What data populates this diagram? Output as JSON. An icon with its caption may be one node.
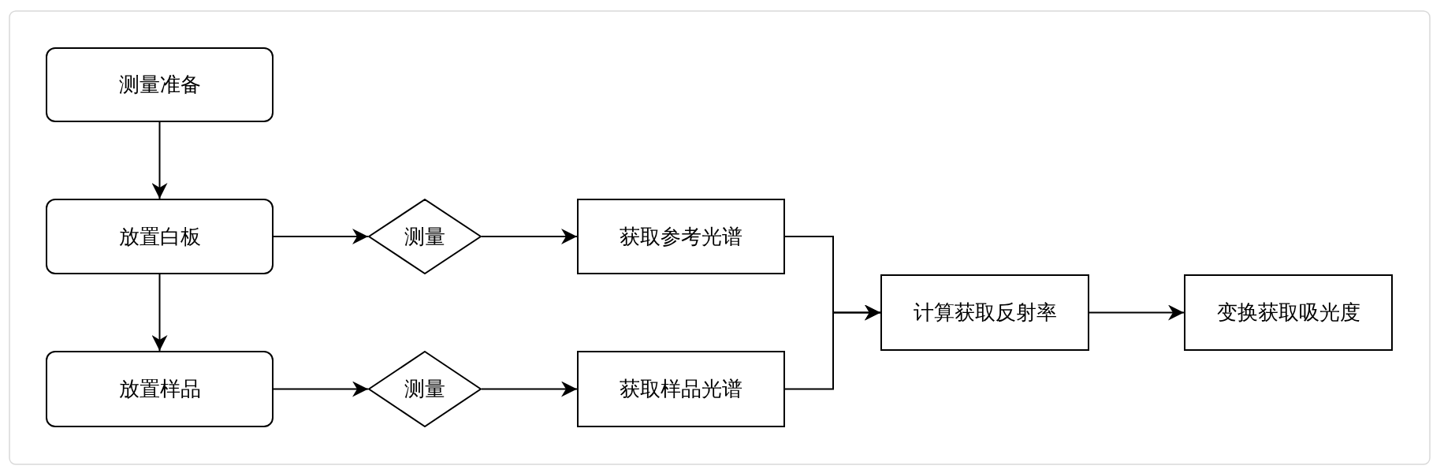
{
  "diagram": {
    "nodes": [
      {
        "text": [
          "测量准备"
        ]
      },
      {
        "text": [
          "放置白板"
        ]
      },
      {
        "text": [
          "测量"
        ]
      },
      {
        "text": [
          "获取参考光谱"
        ]
      },
      {
        "text": [
          "放置样品"
        ]
      },
      {
        "text": [
          "测量"
        ]
      },
      {
        "text": [
          "获取样品光谱"
        ]
      },
      {
        "text": [
          "计算获取反射率"
        ]
      },
      {
        "text": [
          "变换获取吸光度"
        ]
      }
    ],
    "edges": [
      {
        "from": 0,
        "to": 1,
        "arrow": "to"
      },
      {
        "from": 1,
        "to": 4,
        "arrow": "to"
      },
      {
        "from": 1,
        "to": 2,
        "arrow": "to"
      },
      {
        "from": 2,
        "to": 3,
        "arrow": "to"
      },
      {
        "from": 4,
        "to": 5,
        "arrow": "to"
      },
      {
        "from": 5,
        "to": 6,
        "arrow": "to"
      },
      {
        "from": 3,
        "to": 7,
        "arrow": "to"
      },
      {
        "from": 6,
        "to": 7,
        "arrow": "to"
      },
      {
        "from": 7,
        "to": 8,
        "arrow": "to"
      }
    ]
  }
}
